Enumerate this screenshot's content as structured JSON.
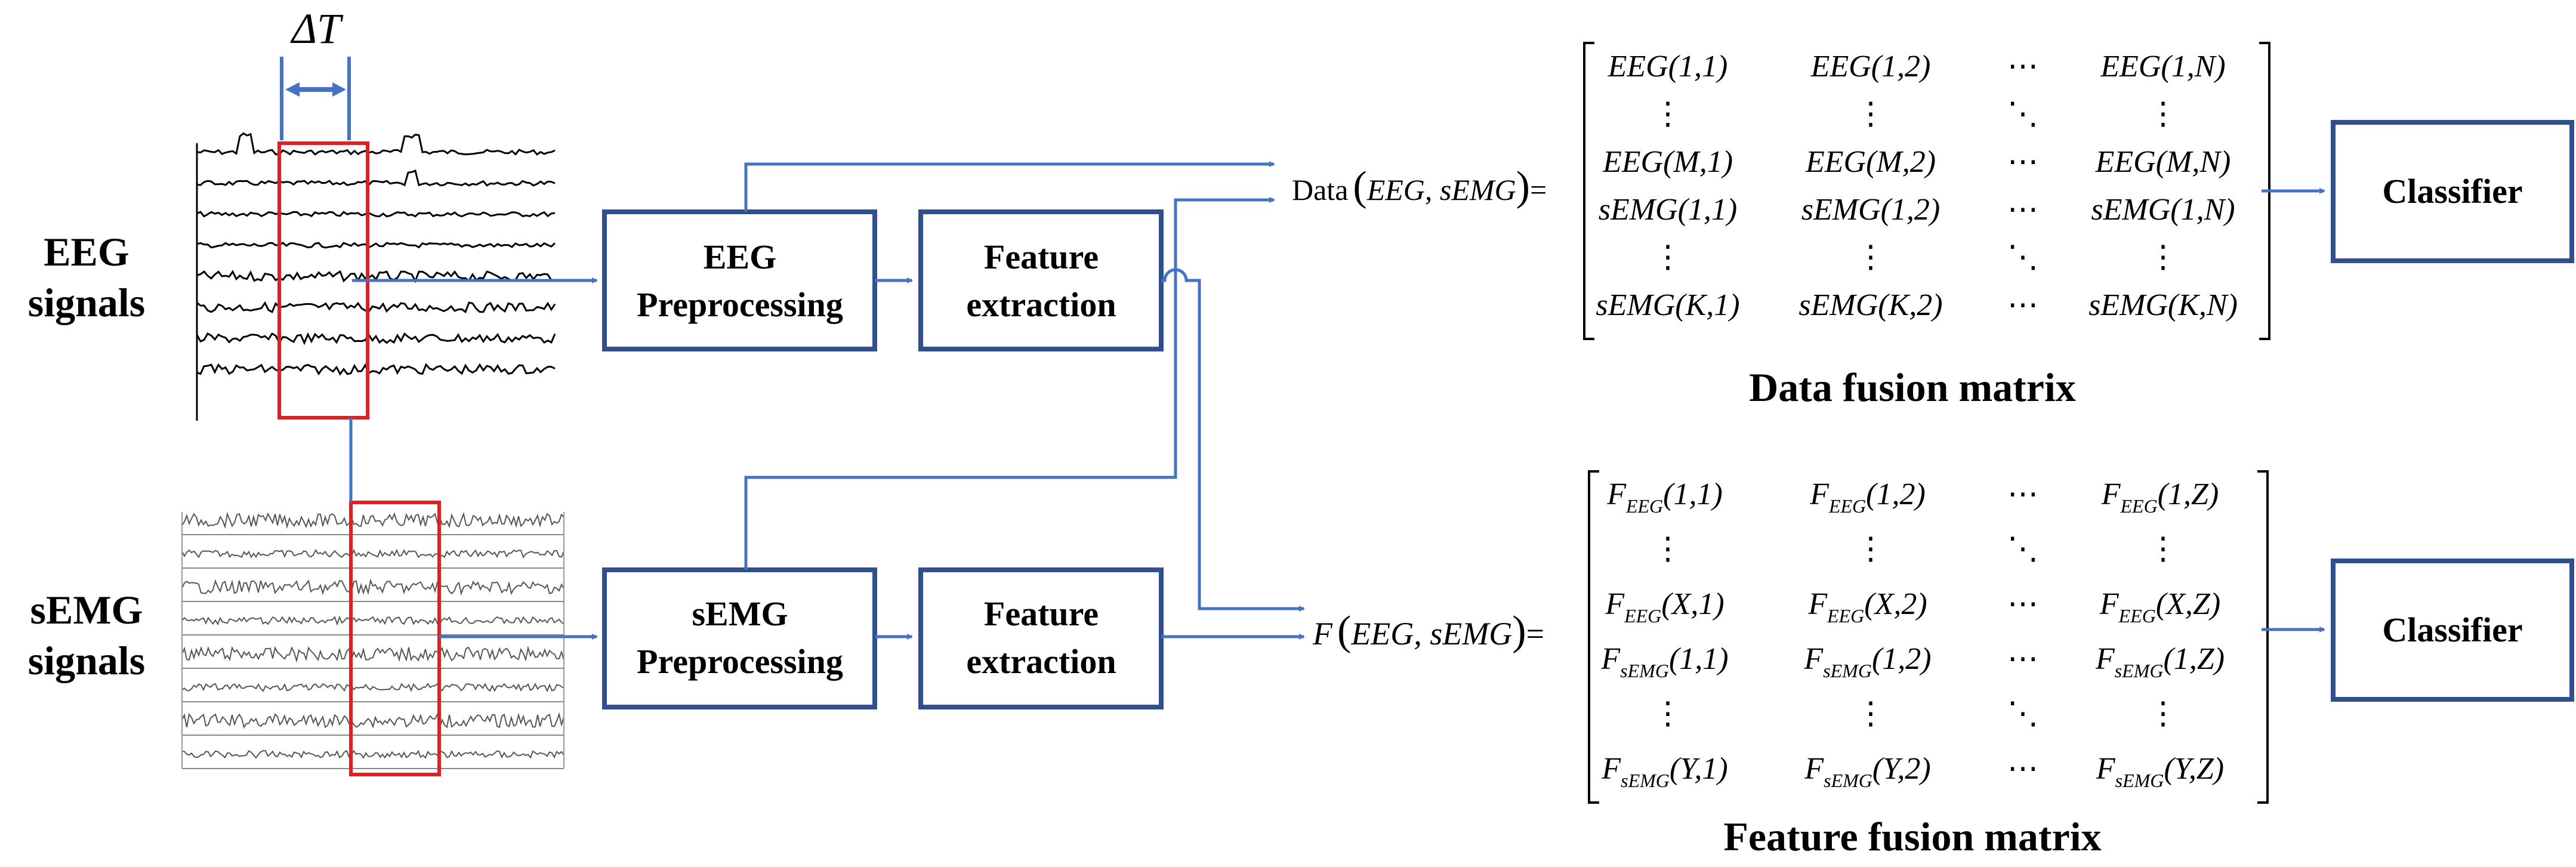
{
  "delta_t_label": "ΔT",
  "eeg_signals_label": [
    "EEG",
    "signals"
  ],
  "semg_signals_label": [
    "sEMG",
    "signals"
  ],
  "eeg_preprocessing_label": [
    "EEG",
    "Preprocessing"
  ],
  "semg_preprocessing_label": [
    "sEMG",
    "Preprocessing"
  ],
  "feature_extraction_label": [
    "Feature",
    "extraction"
  ],
  "classifier_label": "Classifier",
  "data_matrix": {
    "lhs_prefix": "Data",
    "lhs_args": "EEG, sEMG",
    "caption": "Data fusion matrix",
    "rows": [
      [
        "EEG(1,1)",
        "EEG(1,2)",
        "⋯",
        "EEG(1,N)"
      ],
      [
        "⋮",
        "⋮",
        "⋱",
        "⋮"
      ],
      [
        "EEG(M,1)",
        "EEG(M,2)",
        "⋯",
        "EEG(M,N)"
      ],
      [
        "sEMG(1,1)",
        "sEMG(1,2)",
        "⋯",
        "sEMG(1,N)"
      ],
      [
        "⋮",
        "⋮",
        "⋱",
        "⋮"
      ],
      [
        "sEMG(K,1)",
        "sEMG(K,2)",
        "⋯",
        "sEMG(K,N)"
      ]
    ]
  },
  "feature_matrix": {
    "lhs_prefix": "F",
    "lhs_args": "EEG, sEMG",
    "caption": "Feature fusion matrix",
    "rows": [
      [
        [
          "F",
          "EEG",
          "(1,1)"
        ],
        [
          "F",
          "EEG",
          "(1,2)"
        ],
        "⋯",
        [
          "F",
          "EEG",
          "(1,Z)"
        ]
      ],
      [
        "⋮",
        "⋮",
        "⋱",
        "⋮"
      ],
      [
        [
          "F",
          "EEG",
          "(X,1)"
        ],
        [
          "F",
          "EEG",
          "(X,2)"
        ],
        "⋯",
        [
          "F",
          "EEG",
          "(X,Z)"
        ]
      ],
      [
        [
          "F",
          "sEMG",
          "(1,1)"
        ],
        [
          "F",
          "sEMG",
          "(1,2)"
        ],
        "⋯",
        [
          "F",
          "sEMG",
          "(1,Z)"
        ]
      ],
      [
        "⋮",
        "⋮",
        "⋱",
        "⋮"
      ],
      [
        [
          "F",
          "sEMG",
          "(Y,1)"
        ],
        [
          "F",
          "sEMG",
          "(Y,2)"
        ],
        "⋯",
        [
          "F",
          "sEMG",
          "(Y,Z)"
        ]
      ]
    ]
  },
  "colors": {
    "box_stroke": "#2f4f8f",
    "arrow": "#4472c4",
    "window": "#e02020",
    "eeg_trace": "#000000",
    "semg_trace": "#555555"
  }
}
